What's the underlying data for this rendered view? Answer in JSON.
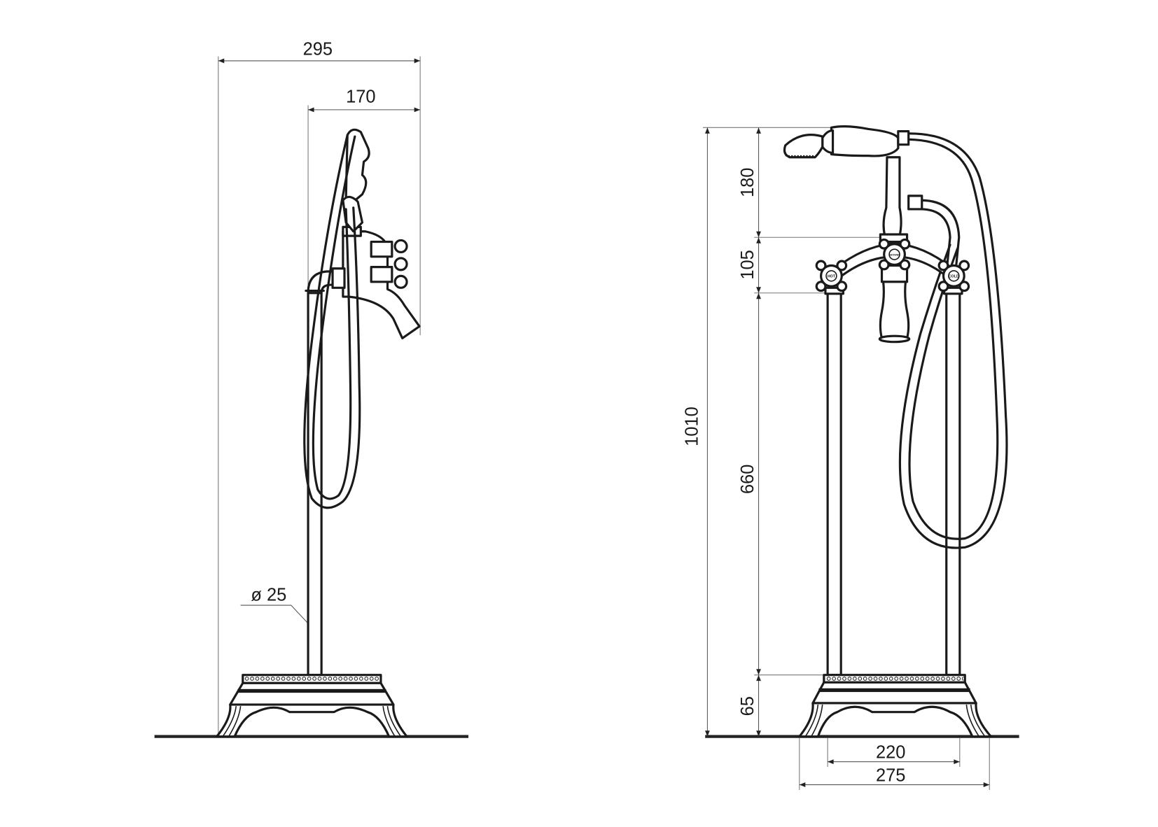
{
  "side_view": {
    "dims": {
      "overall_depth": "295",
      "spout_reach": "170",
      "pipe_diameter": "ø 25"
    }
  },
  "front_view": {
    "dims": {
      "total_height": "1010",
      "handshower_height": "180",
      "mixer_height": "105",
      "pillar_height": "660",
      "base_height": "65",
      "pillar_spacing": "220",
      "base_width": "275"
    },
    "handle_labels": {
      "hot": "HOT",
      "shower": "SHOWER",
      "cold": "COLD"
    }
  }
}
